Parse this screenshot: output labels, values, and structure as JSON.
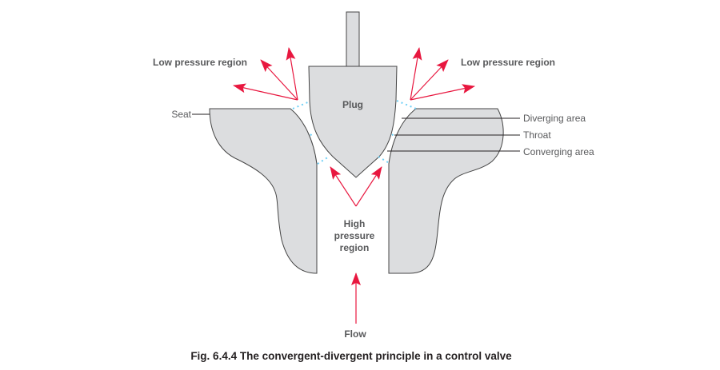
{
  "labels": {
    "low_left": "Low pressure region",
    "low_right": "Low pressure region",
    "plug": "Plug",
    "seat": "Seat",
    "diverging": "Diverging area",
    "throat": "Throat",
    "converging": "Converging area",
    "high": [
      "High",
      "pressure",
      "region"
    ],
    "flow": "Flow"
  },
  "caption": "Fig. 6.4.4 The convergent-divergent principle in a control valve",
  "colors": {
    "arrow": "#e8173f",
    "body": "#dcdddf",
    "dots": "#6dcff6",
    "text": "#58595b"
  }
}
